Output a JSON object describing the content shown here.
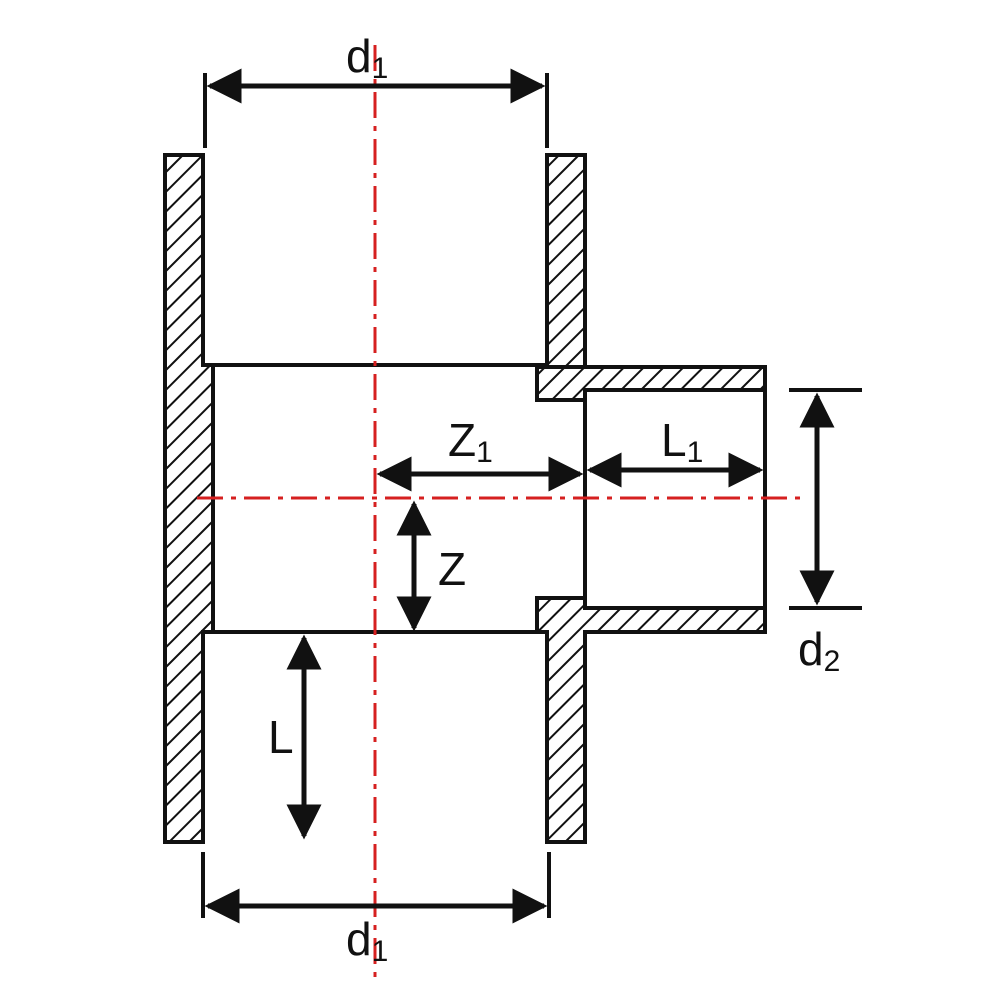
{
  "labels": {
    "d1_top": {
      "main": "d",
      "sub": "1"
    },
    "d1_bottom": {
      "main": "d",
      "sub": "1"
    },
    "d2": {
      "main": "d",
      "sub": "2"
    },
    "z1": {
      "main": "Z",
      "sub": "1"
    },
    "l1": {
      "main": "L",
      "sub": "1"
    },
    "z": {
      "main": "Z"
    },
    "l": {
      "main": "L"
    }
  },
  "colors": {
    "outline": "#111111",
    "centerline": "#d62020",
    "background": "#ffffff"
  }
}
